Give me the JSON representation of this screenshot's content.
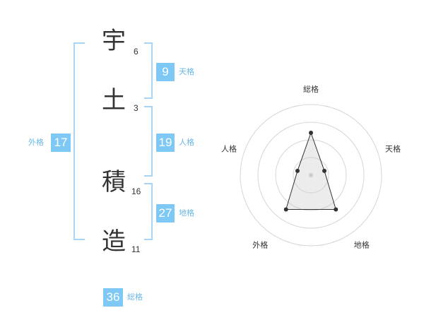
{
  "name": {
    "chars": [
      {
        "char": "宇",
        "strokes": "6"
      },
      {
        "char": "土",
        "strokes": "3"
      },
      {
        "char": "積",
        "strokes": "16"
      },
      {
        "char": "造",
        "strokes": "11"
      }
    ]
  },
  "fortune": {
    "tenkaku": {
      "label": "天格",
      "value": "9"
    },
    "jinkaku": {
      "label": "人格",
      "value": "19"
    },
    "chikaku": {
      "label": "地格",
      "value": "27"
    },
    "gaikaku": {
      "label": "外格",
      "value": "17"
    },
    "soukaku": {
      "label": "総格",
      "value": "36"
    }
  },
  "colors": {
    "accent": "#7ec8f5",
    "bracket": "#a8d4f5",
    "text": "#333333"
  },
  "chart_data": {
    "type": "radar",
    "axes": [
      "総格",
      "天格",
      "地格",
      "外格",
      "人格"
    ],
    "values": [
      3,
      1,
      3,
      3,
      1
    ],
    "max": 5,
    "rings": 4,
    "grid": true,
    "legend": "none"
  }
}
